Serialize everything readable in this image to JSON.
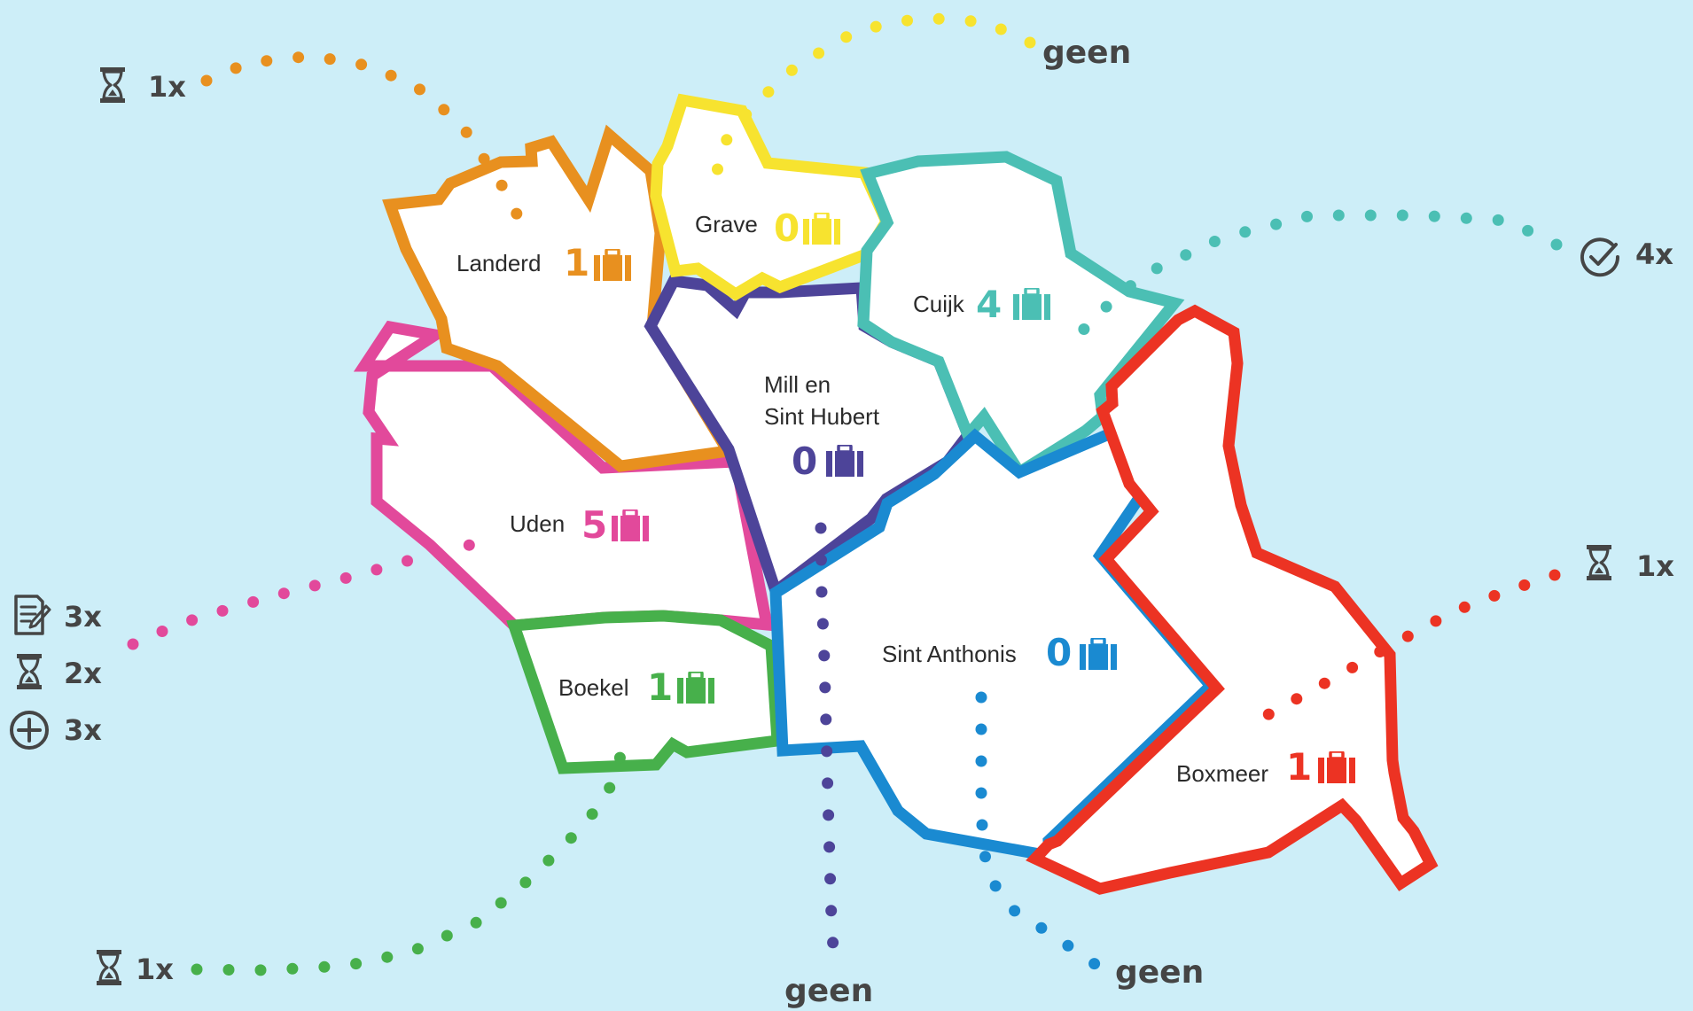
{
  "colors": {
    "background": "#cdeef8",
    "icon": "#454545",
    "landerd": "#e8901f",
    "grave": "#f7e32f",
    "cuijk": "#4bbfb4",
    "mill": "#4d4499",
    "uden": "#e2499b",
    "boekel": "#47b04b",
    "sint_anthonis": "#1a8ad1",
    "boxmeer": "#ec3323"
  },
  "municipalities": [
    {
      "id": "landerd",
      "name": "Landerd",
      "count": "1",
      "icon": "suitcase-icon"
    },
    {
      "id": "grave",
      "name": "Grave",
      "count": "0",
      "icon": "suitcase-icon"
    },
    {
      "id": "cuijk",
      "name": "Cuijk",
      "count": "4",
      "icon": "suitcase-icon"
    },
    {
      "id": "mill",
      "name_lines": [
        "Mill en",
        "Sint Hubert"
      ],
      "count": "0",
      "icon": "suitcase-icon"
    },
    {
      "id": "uden",
      "name": "Uden",
      "count": "5",
      "icon": "suitcase-icon"
    },
    {
      "id": "boekel",
      "name": "Boekel",
      "count": "1",
      "icon": "suitcase-icon"
    },
    {
      "id": "sint_anthonis",
      "name": "Sint Anthonis",
      "count": "0",
      "icon": "suitcase-icon"
    },
    {
      "id": "boxmeer",
      "name": "Boxmeer",
      "count": "1",
      "icon": "suitcase-icon"
    }
  ],
  "outside_labels": {
    "landerd": {
      "icon": "hourglass-icon",
      "text": "1x"
    },
    "grave": {
      "text": "geen"
    },
    "cuijk": {
      "icon": "check-circle-icon",
      "text": "4x"
    },
    "boxmeer": {
      "icon": "hourglass-icon",
      "text": "1x"
    },
    "uden": [
      {
        "icon": "document-edit-icon",
        "text": "3x"
      },
      {
        "icon": "hourglass-icon",
        "text": "2x"
      },
      {
        "icon": "plus-circle-icon",
        "text": "3x"
      }
    ],
    "boekel": {
      "icon": "hourglass-icon",
      "text": "1x"
    },
    "mill": {
      "text": "geen"
    },
    "sint_anthonis": {
      "text": "geen"
    }
  }
}
